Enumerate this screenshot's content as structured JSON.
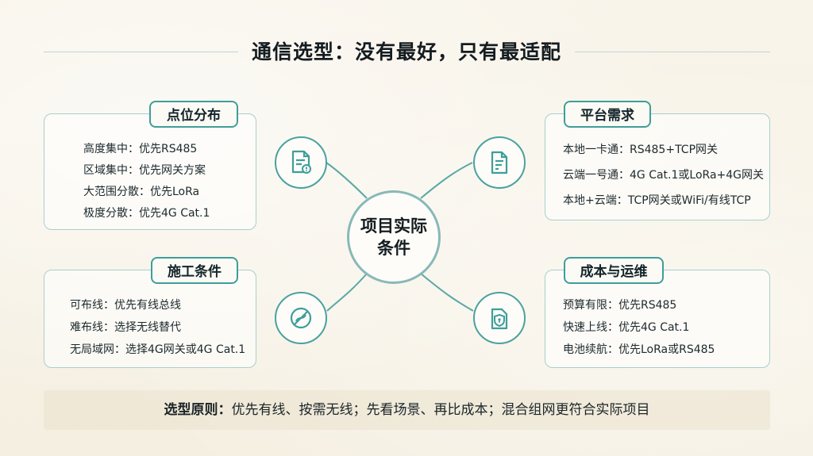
{
  "title": "通信选型：没有最好，只有最适配",
  "center": {
    "line1": "项目实际",
    "line2": "条件"
  },
  "panels": {
    "top_left": {
      "heading": "点位分布",
      "icon": "document-alert-icon",
      "items": [
        "高度集中：优先RS485",
        "区域集中：优先网关方案",
        "大范围分散：优先LoRa",
        "极度分散：优先4G Cat.1"
      ]
    },
    "bottom_left": {
      "heading": "施工条件",
      "icon": "no-wiring-icon",
      "items": [
        "可布线：优先有线总线",
        "难布线：选择无线替代",
        "无局域网：选择4G网关或4G Cat.1"
      ]
    },
    "top_right": {
      "heading": "平台需求",
      "icon": "document-edit-icon",
      "items": [
        "本地一卡通：RS485+TCP网关",
        "云端一号通：4G Cat.1或LoRa+4G网关",
        "本地+云端：TCP网关或WiFi/有线TCP"
      ]
    },
    "bottom_right": {
      "heading": "成本与运维",
      "icon": "shield-card-icon",
      "items": [
        "预算有限：优先RS485",
        "快速上线：优先4G Cat.1",
        "电池续航：优先LoRa或RS485"
      ]
    }
  },
  "footer": {
    "label": "选型原则：",
    "text": "优先有线、按需无线；先看场景、再比成本；混合组网更符合实际项目"
  },
  "colors": {
    "accent": "#3e9e9b",
    "border": "#a9cfcd",
    "background": "#f7f2e6"
  }
}
